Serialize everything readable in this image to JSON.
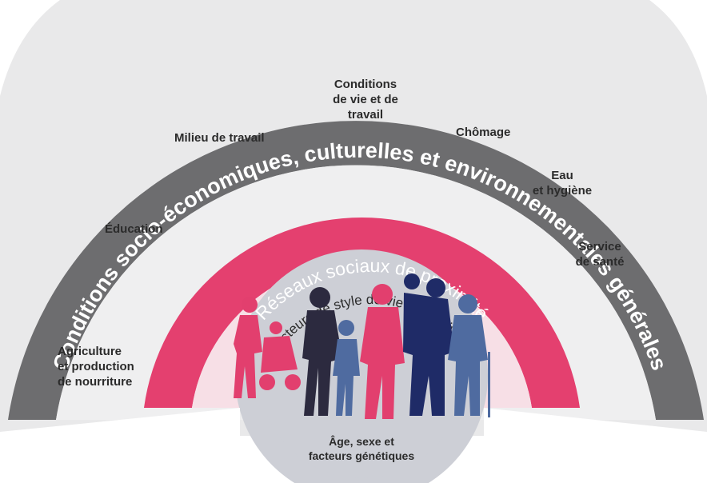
{
  "outer_band": {
    "text": "Conditions socio-économiques, culturelles et environnementales générales",
    "color": "#6d6d6f"
  },
  "middle_band": {
    "text": "Réseaux sociaux de proximité",
    "color": "#e4406f"
  },
  "inner_band": {
    "text": "Facteurs de style de vie des individus"
  },
  "center": {
    "lines": [
      "Âge, sexe et",
      "facteurs génétiques"
    ]
  },
  "factors": {
    "agriculture": [
      "Agriculture",
      "et production",
      "de nourriture"
    ],
    "education": [
      "Éducation"
    ],
    "milieu": [
      "Milieu de travail"
    ],
    "conditions": [
      "Conditions",
      "de vie et de",
      "travail"
    ],
    "chomage": [
      "Chômage"
    ],
    "eau": [
      "Eau",
      "et hygiène"
    ],
    "sante": [
      "Service",
      "de santé"
    ]
  },
  "colors": {
    "background_fan": "#e9e9ea",
    "people_pink": "#e23f6e",
    "people_dark": "#2c2a3f",
    "people_navy": "#1f2b67",
    "people_blue": "#4f6ba0"
  }
}
